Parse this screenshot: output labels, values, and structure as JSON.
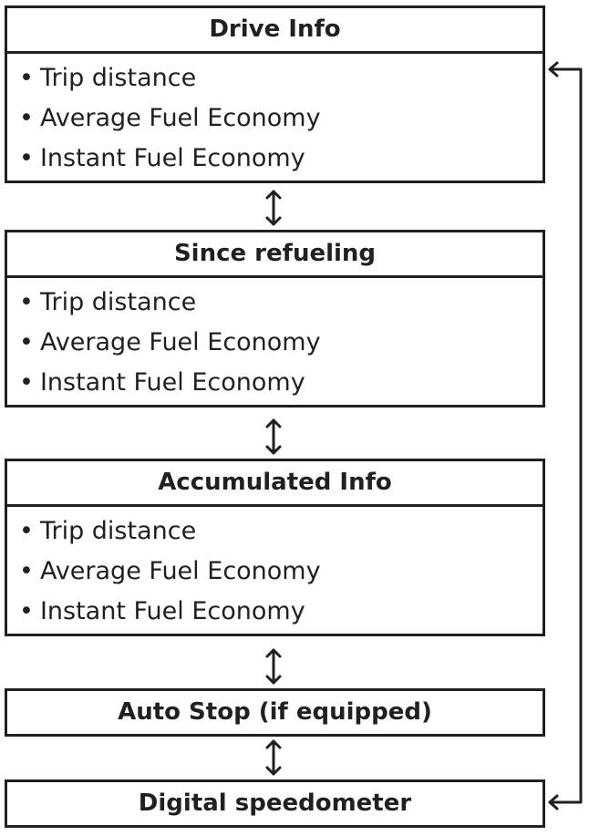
{
  "boxes": {
    "drive_info": {
      "title": "Drive Info",
      "items": [
        "Trip distance",
        "Average Fuel Economy",
        "Instant Fuel Economy"
      ]
    },
    "since_refueling": {
      "title": "Since refueling",
      "items": [
        "Trip distance",
        "Average Fuel Economy",
        "Instant Fuel Economy"
      ]
    },
    "accumulated_info": {
      "title": "Accumulated Info",
      "items": [
        "Trip distance",
        "Average Fuel Economy",
        "Instant Fuel Economy"
      ]
    },
    "auto_stop": {
      "title": "Auto Stop (if equipped)"
    },
    "digital_speedometer": {
      "title": "Digital speedometer"
    }
  },
  "bullet": "•",
  "colors": {
    "line": "#231f20",
    "background": "#ffffff"
  }
}
